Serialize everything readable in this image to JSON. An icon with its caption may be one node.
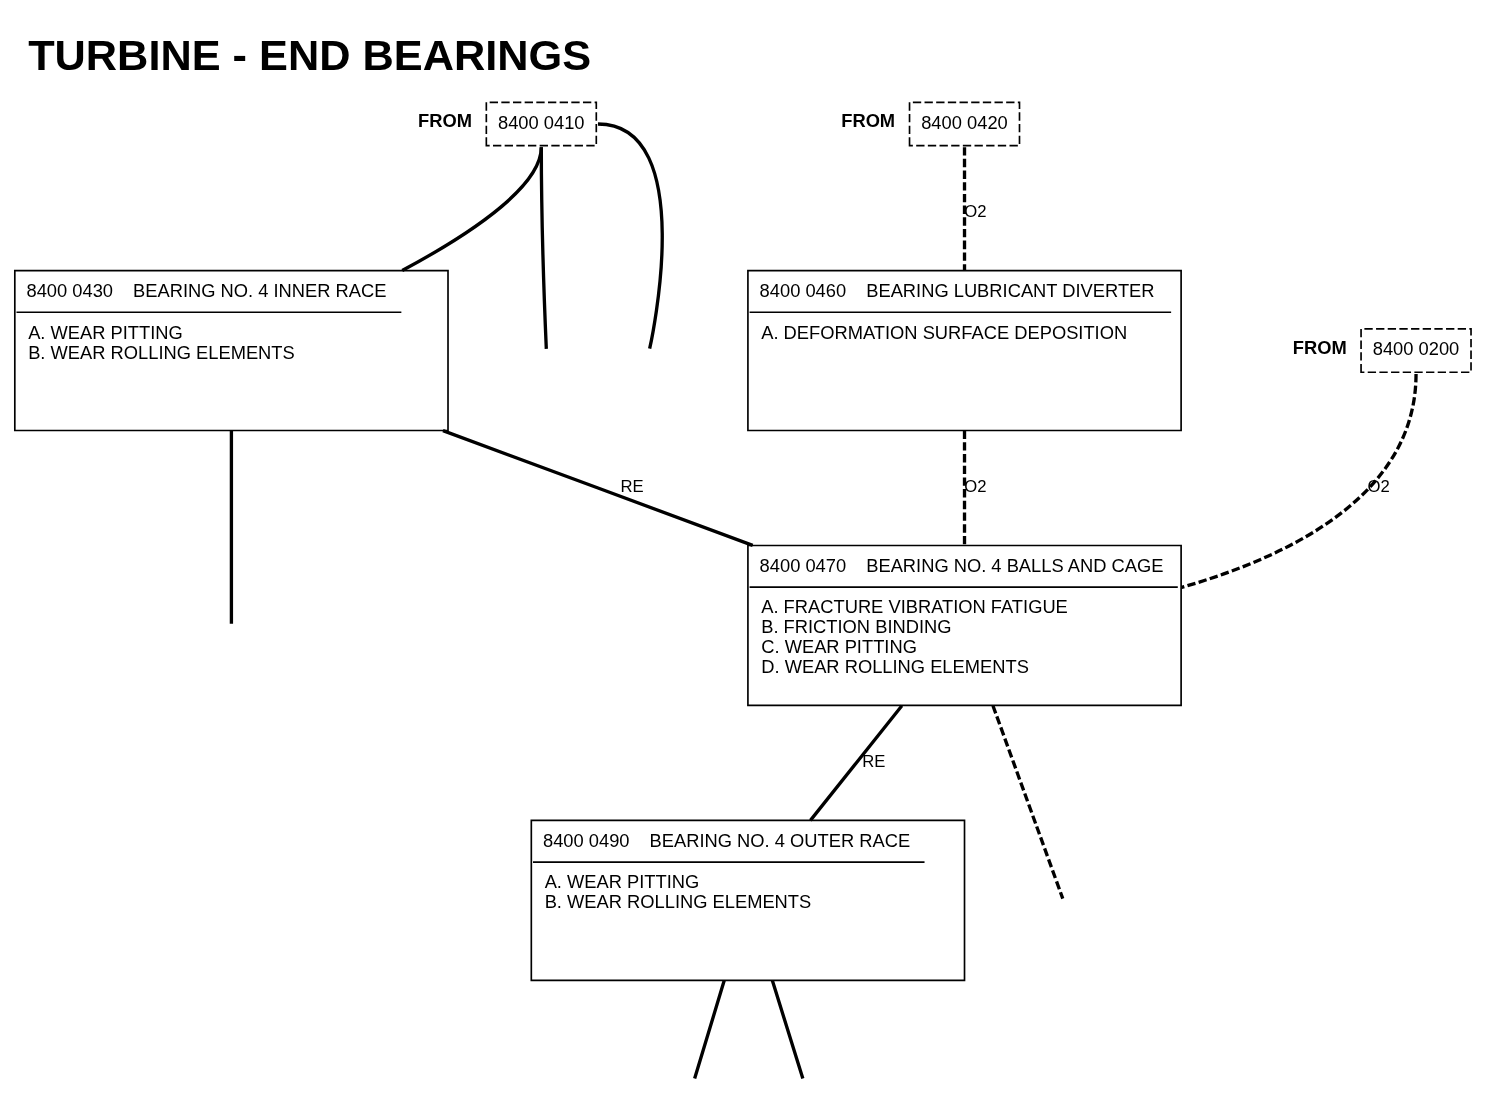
{
  "diagram": {
    "title": "TURBINE - END BEARINGS",
    "nodes": [
      {
        "text": [
          "8400 0410"
        ],
        "beside": [
          "FROM"
        ]
      },
      {
        "text": [
          "8400 0430",
          "BEARING NO. 4 INNER RACE",
          "A. WEAR PITTING",
          "B. WEAR ROLLING ELEMENTS"
        ]
      },
      {
        "text": [
          "8400 0420"
        ],
        "beside": [
          "FROM"
        ]
      },
      {
        "text": [
          "8400 0460",
          "BEARING LUBRICANT DIVERTER",
          "A. DEFORMATION SURFACE DEPOSITION"
        ]
      },
      {
        "text": [
          "8400 0470",
          "BEARING NO. 4 BALLS AND CAGE",
          "A. FRACTURE VIBRATION FATIGUE",
          "B. FRICTION BINDING",
          "C. WEAR PITTING",
          "D. WEAR ROLLING ELEMENTS"
        ]
      },
      {
        "text": [
          "8400 0490",
          "BEARING NO. 4 OUTER RACE",
          "A. WEAR PITTING",
          "B. WEAR ROLLING ELEMENTS"
        ]
      },
      {
        "text": [
          "8400 0200"
        ],
        "beside": [
          "FROM"
        ]
      }
    ],
    "edges": [
      {
        "from": 0,
        "to": null,
        "arrow": "none"
      },
      {
        "from": 0,
        "to": null,
        "arrow": "none"
      },
      {
        "from": 0,
        "to": 1,
        "arrow": "none"
      },
      {
        "from": 1,
        "to": null,
        "arrow": "none"
      },
      {
        "from": 1,
        "to": 4,
        "label": "RE",
        "arrow": "none"
      },
      {
        "from": 2,
        "to": 3,
        "label": "O2",
        "arrow": "none",
        "style": "dashed"
      },
      {
        "from": 3,
        "to": 4,
        "label": "O2",
        "arrow": "none",
        "style": "dashed"
      },
      {
        "from": 6,
        "to": 4,
        "label": "O2",
        "arrow": "none",
        "style": "dashed"
      },
      {
        "from": 4,
        "to": null,
        "arrow": "none",
        "style": "dashed"
      },
      {
        "from": 4,
        "to": 5,
        "label": "RE",
        "arrow": "none"
      },
      {
        "from": 5,
        "to": null,
        "arrow": "none"
      },
      {
        "from": 5,
        "to": null,
        "arrow": "none"
      }
    ]
  }
}
